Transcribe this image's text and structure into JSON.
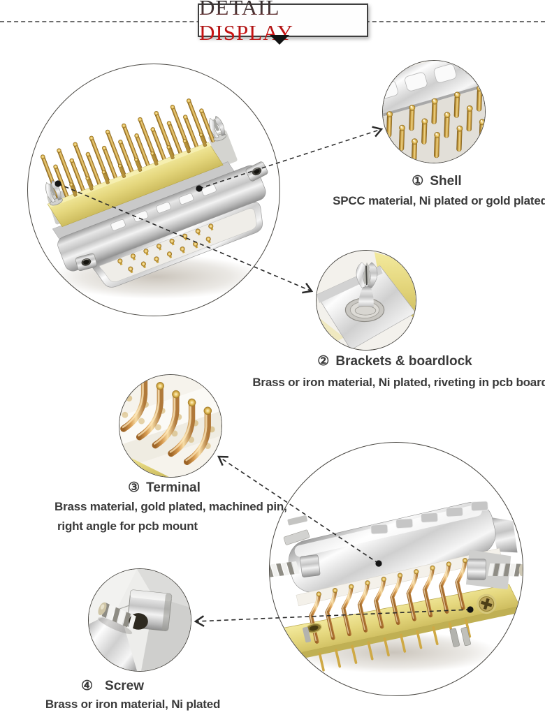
{
  "title": {
    "text": "DETAIL DISPLAY"
  },
  "callouts": [
    {
      "id": "shell",
      "num": "①",
      "name": "Shell",
      "desc": [
        "SPCC material, Ni plated or gold plated"
      ]
    },
    {
      "id": "brackets",
      "num": "②",
      "name": "Brackets & boardlock",
      "desc": [
        "Brass or iron material, Ni plated, riveting in pcb board"
      ]
    },
    {
      "id": "terminal",
      "num": "③",
      "name": "Terminal",
      "desc": [
        "Brass material, gold plated, machined pin,",
        "right angle for pcb mount"
      ]
    },
    {
      "id": "screw",
      "num": "④",
      "name": "Screw",
      "desc": [
        "Brass or iron material, Ni plated"
      ]
    }
  ],
  "photos": {
    "main_top": "right-angle male d-sub connector photo",
    "shell_zoom": "shell close-up photo",
    "boardlock_zoom": "bracket and boardlock close-up photo",
    "terminal_zoom": "gold terminal pins close-up photo",
    "main_bottom": "right-angle female d-sub connector photo",
    "screw_zoom": "screw close-up photo"
  },
  "colors": {
    "title_red": "#c01111",
    "text": "#3a3a3a",
    "callout_line": "#2a2a2a",
    "gold": "#c9a23f",
    "copper": "#cf9a52",
    "pcb_yellow": "#e4d67c",
    "metal": "#d9d9d9",
    "box_border": "#3f3f3f"
  }
}
